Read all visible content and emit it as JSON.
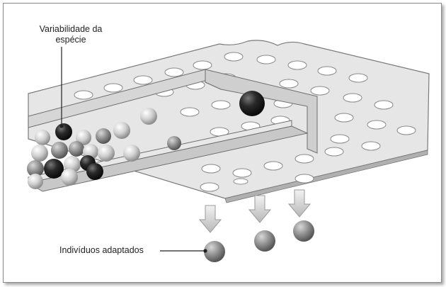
{
  "labels": {
    "variability_line1": "Variabilidade da",
    "variability_line2": "espécie",
    "adapted": "Indivíduos adaptados"
  },
  "colors": {
    "plate": "#e4e4e4",
    "plate_edge": "#7a7a7a",
    "ball_dark": "#1c1c1c",
    "ball_mid": "#8c8c8c",
    "ball_light": "#d2d2d2",
    "arrow": "#c4c4c4"
  }
}
